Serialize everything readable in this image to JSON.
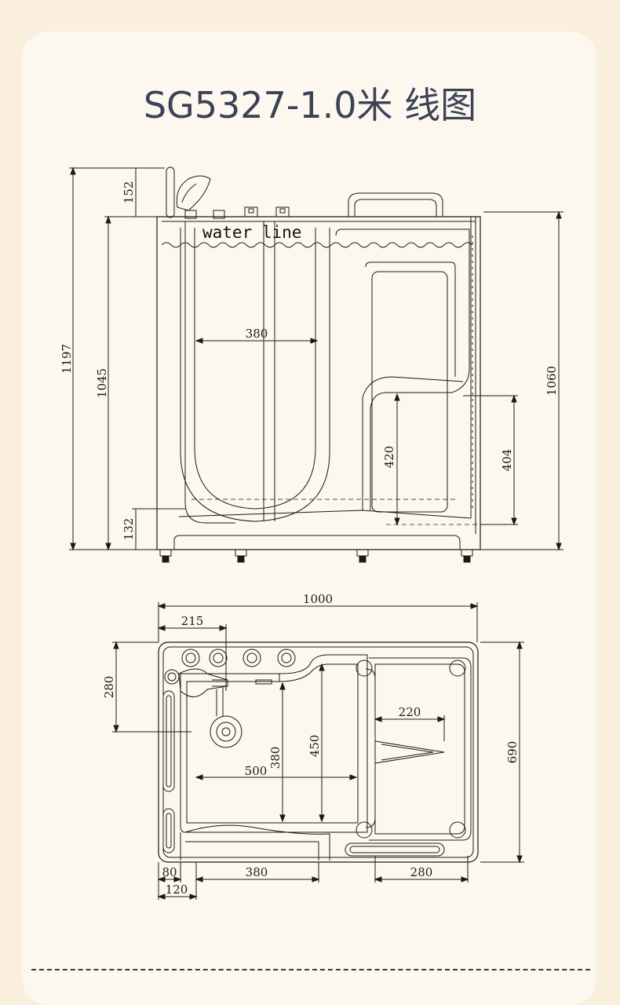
{
  "title": "SG5327-1.0米 线图",
  "side_view": {
    "water_line_label": "water line",
    "dim_total_height": "1197",
    "dim_rim_height": "1045",
    "dim_handshower": "152",
    "dim_base": "132",
    "dim_inner_width": "380",
    "dim_seat_height": "420",
    "dim_right_height": "1060",
    "dim_seat_right": "404"
  },
  "top_view": {
    "dim_overall_length": "1000",
    "dim_faucet_offset": "215",
    "dim_drain_offset": "280",
    "dim_footwell_depth": "380",
    "dim_inner_depth": "450",
    "dim_footwell_length": "500",
    "dim_seat_width": "220",
    "dim_overall_width": "690",
    "dim_rim_left": "80",
    "dim_door_width": "380",
    "dim_seat_length": "280",
    "dim_edge_total": "120"
  },
  "colors": {
    "background": "#faeedd",
    "card": "#fdf8ef",
    "title": "#3c4356",
    "line": "#1a1a1a"
  }
}
